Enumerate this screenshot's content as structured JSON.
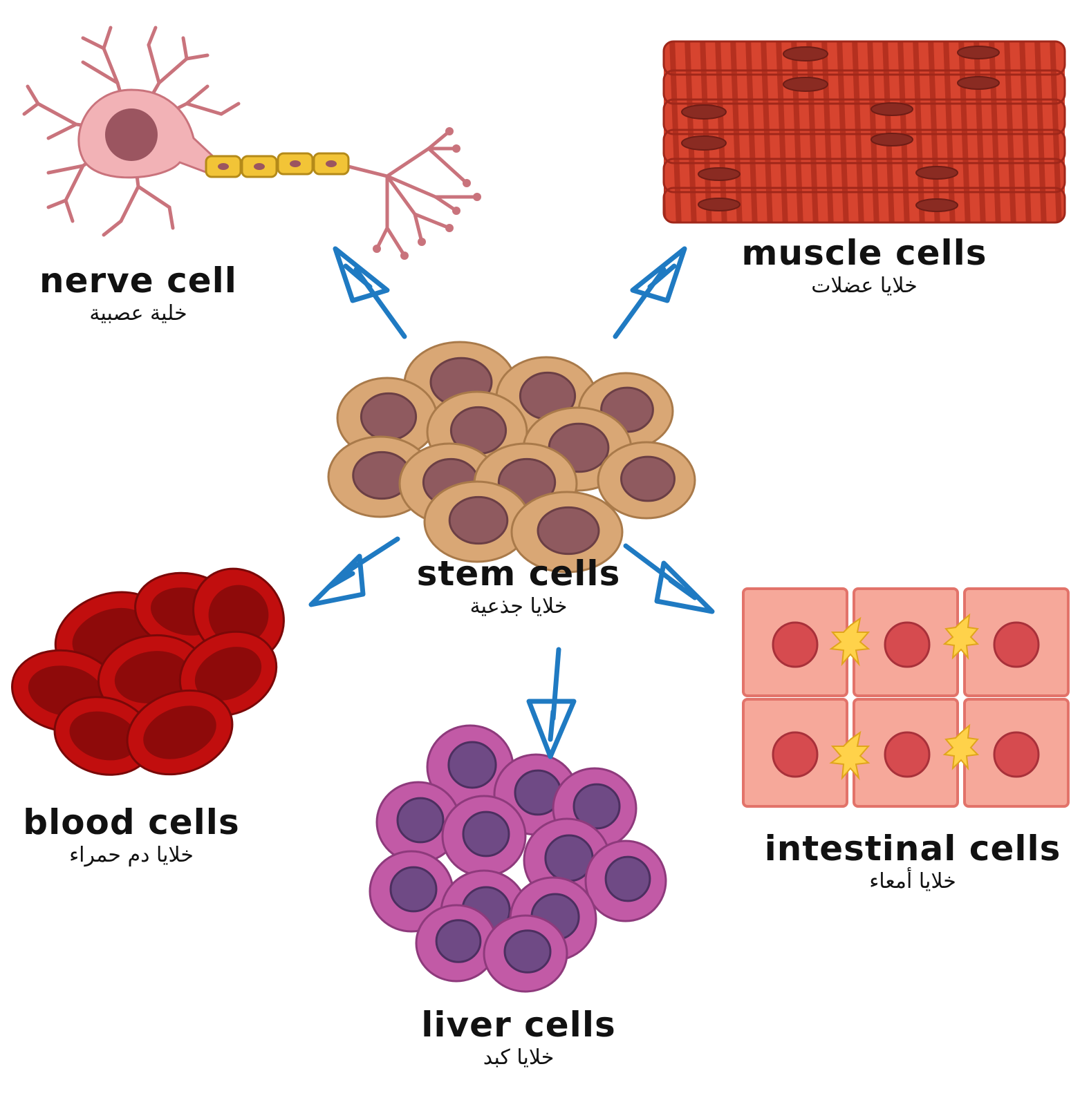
{
  "colors": {
    "arrow": "#1f7ac2",
    "nerve": "#f2b2b6",
    "myelin": "#f2c437",
    "muscle": "#d7442f",
    "blood": "#c10e0e",
    "intestinal": "#f6a89a",
    "liver": "#c25aa6",
    "stem": "#d9a775"
  },
  "nodes": {
    "stem": {
      "label_en": "stem cells",
      "label_ar": "خلايا جذعية",
      "icon": "stem-cell-cluster"
    },
    "nerve": {
      "label_en": "nerve cell",
      "label_ar": "خلية عصبية",
      "icon": "neuron"
    },
    "muscle": {
      "label_en": "muscle cells",
      "label_ar": "خلايا عضلات",
      "icon": "muscle-fibers"
    },
    "blood": {
      "label_en": "blood cells",
      "label_ar": "خلايا دم حمراء",
      "icon": "red-blood-cells"
    },
    "intestinal": {
      "label_en": "intestinal cells",
      "label_ar": "خلايا أمعاء",
      "icon": "intestinal-epithelium"
    },
    "liver": {
      "label_en": "liver cells",
      "label_ar": "خلايا كبد",
      "icon": "liver-cell-cluster"
    }
  },
  "edges": [
    {
      "from": "stem",
      "to": "nerve"
    },
    {
      "from": "stem",
      "to": "muscle"
    },
    {
      "from": "stem",
      "to": "blood"
    },
    {
      "from": "stem",
      "to": "intestinal"
    },
    {
      "from": "stem",
      "to": "liver"
    }
  ]
}
